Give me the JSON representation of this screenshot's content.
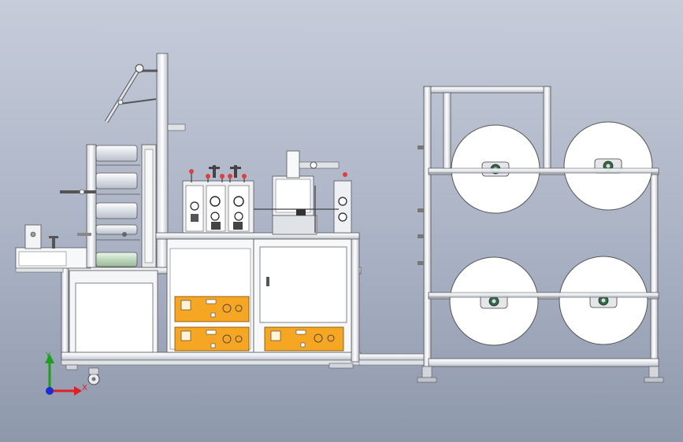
{
  "viewport": {
    "background_top": "#c4cad8",
    "background_bottom": "#8d97aa"
  },
  "model": {
    "panel_color": "#f5a623",
    "frame_color": "#e8eaee",
    "cabinet_color": "#ffffff",
    "roll_color": "#ffffff",
    "rolls_count": 4
  },
  "triad": {
    "x_label": "X",
    "y_label": "Y",
    "x_color": "#e02020",
    "y_color": "#1aa01a",
    "z_color": "#1a2cd6"
  }
}
